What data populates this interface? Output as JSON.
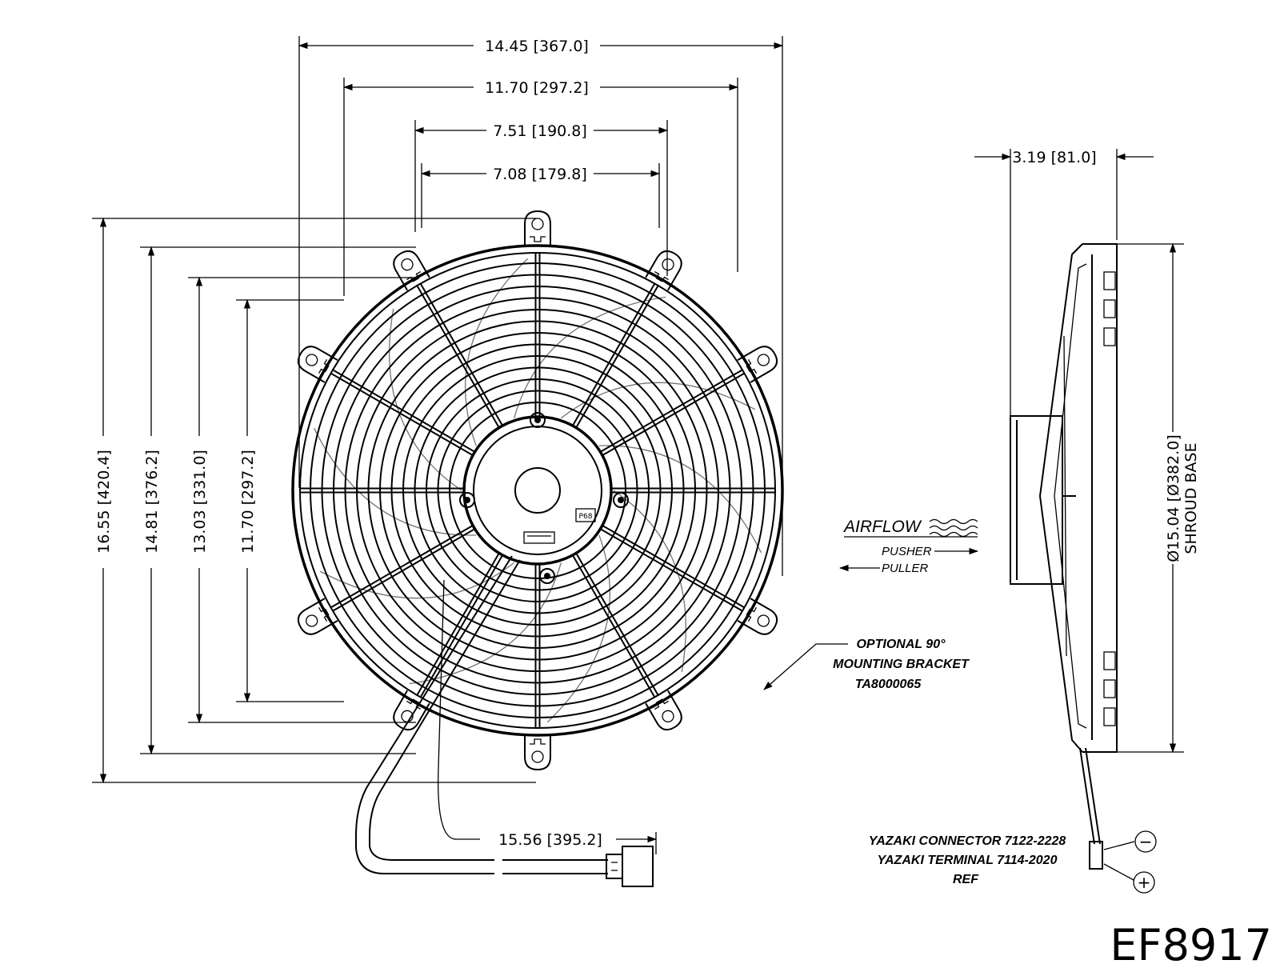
{
  "model_number": "EF8917",
  "dimensions": {
    "width_overall": "14.45 [367.0]",
    "width_mount_outer": "11.70 [297.2]",
    "width_mount_inner": "7.51 [190.8]",
    "width_mount_slot": "7.08 [179.8]",
    "height_overall": "16.55 [420.4]",
    "height_mount_outer": "14.81 [376.2]",
    "height_mount_mid": "13.03 [331.0]",
    "height_mount_inner": "11.70 [297.2]",
    "depth": "3.19 [81.0]",
    "shroud_diameter": "Ø15.04 [Ø382.0]",
    "shroud_label": "SHROUD BASE",
    "lead_length": "15.56 [395.2]"
  },
  "airflow": {
    "title": "AIRFLOW",
    "pusher": "PUSHER",
    "puller": "PULLER"
  },
  "notes": {
    "bracket_line1": "OPTIONAL 90°",
    "bracket_line2": "MOUNTING BRACKET",
    "bracket_line3": "TA8000065",
    "connector_line1": "YAZAKI CONNECTOR 7122-2228",
    "connector_line2": "YAZAKI TERMINAL 7114-2020",
    "connector_line3": "REF",
    "minus_sign": "−",
    "plus_sign": "+"
  },
  "hub_label": "P68"
}
